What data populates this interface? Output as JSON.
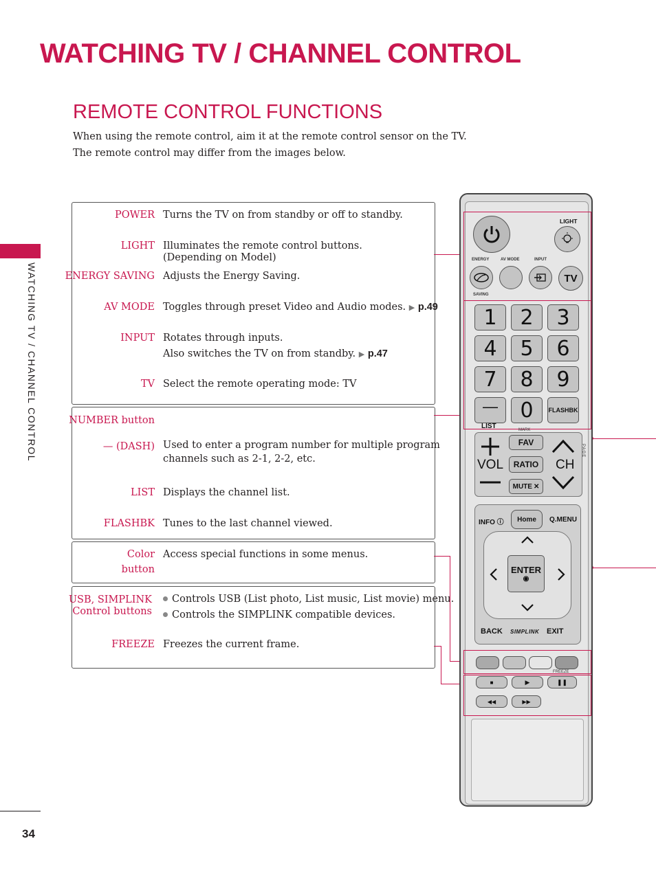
{
  "header": {
    "title": "WATCHING TV / CHANNEL CONTROL",
    "section_title": "REMOTE CONTROL FUNCTIONS",
    "intro_1": "When using the remote control, aim it at the remote control sensor on the TV.",
    "intro_2": "The remote control may differ from the images below."
  },
  "side_tab": {
    "text": "WATCHING TV / CHANNEL CONTROL"
  },
  "page_number": "34",
  "box1": {
    "power_label": "POWER",
    "power_desc": "Turns the TV on from standby or off to standby.",
    "light_label": "LIGHT",
    "light_desc_1": "Illuminates the remote control buttons.",
    "light_desc_2": "(Depending on Model)",
    "energy_label": "ENERGY SAVING",
    "energy_desc": "Adjusts the Energy Saving.",
    "avmode_label": "AV MODE",
    "avmode_desc": "Toggles through preset Video and Audio modes.",
    "avmode_ref": "p.49",
    "input_label": "INPUT",
    "input_desc_1": "Rotates through inputs.",
    "input_desc_2": "Also switches the TV on from standby.",
    "input_ref": "p.47",
    "tv_label": "TV",
    "tv_desc": "Select the remote operating mode: TV"
  },
  "box2": {
    "number_label": "NUMBER button",
    "dash_label": "— (DASH)",
    "dash_desc_1": "Used to enter a program number for multiple program",
    "dash_desc_2": "channels such as 2-1, 2-2, etc.",
    "list_label": "LIST",
    "list_desc": "Displays the channel list.",
    "flashbk_label": "FLASHBK",
    "flashbk_desc": "Tunes to the last channel viewed."
  },
  "box3": {
    "color_label_1": "Color",
    "color_label_2": "button",
    "color_desc": "Access special functions in some menus."
  },
  "box4": {
    "usb_label_1": "USB, SIMPLINK",
    "usb_label_2": "Control buttons",
    "usb_desc_1": "Controls USB (List photo, List music, List movie) menu.",
    "usb_desc_2": "Controls the SIMPLINK compatible devices.",
    "freeze_label": "FREEZE",
    "freeze_desc": "Freezes the current frame."
  },
  "remote": {
    "light": "LIGHT",
    "energy": "ENERGY",
    "saving": "SAVING",
    "av_mode": "AV MODE",
    "input": "INPUT",
    "tv": "TV",
    "digits": [
      "1",
      "2",
      "3",
      "4",
      "5",
      "6",
      "7",
      "8",
      "9"
    ],
    "dash": "—",
    "zero": "0",
    "flashbk": "FLASHBK",
    "list": "LIST",
    "mark": "MARK",
    "fav": "FAV",
    "ratio": "RATIO",
    "mute": "MUTE",
    "vol": "VOL",
    "ch": "CH",
    "page": "PAGE",
    "info": "INFO",
    "home": "Home",
    "qmenu": "Q.MENU",
    "enter": "ENTER",
    "back": "BACK",
    "simplink": "SIMPLINK",
    "exit": "EXIT",
    "freeze": "FREEZE"
  }
}
